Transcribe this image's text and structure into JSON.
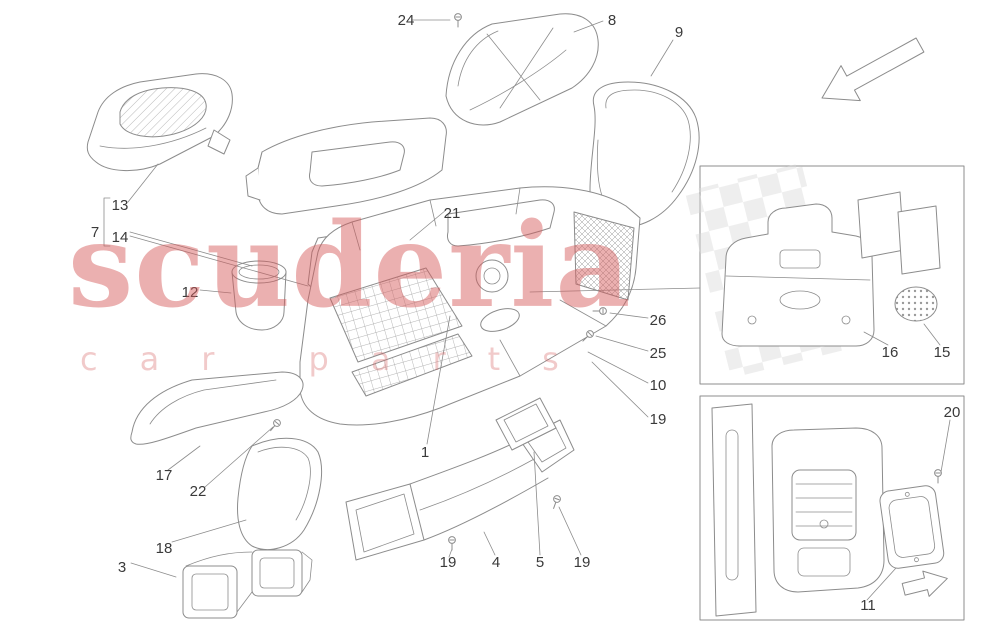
{
  "watermark": {
    "brand": "scuderia",
    "tagline": "car parts"
  },
  "colors": {
    "watermark_red": "#d65c5c",
    "line_gray": "#8c8c8c",
    "label_dark": "#3a3a3a"
  },
  "diagram": {
    "callouts": [
      {
        "label": "24"
      },
      {
        "label": "8"
      },
      {
        "label": "9"
      },
      {
        "label": "13"
      },
      {
        "label": "7"
      },
      {
        "label": "14"
      },
      {
        "label": "21"
      },
      {
        "label": "12"
      },
      {
        "label": "26"
      },
      {
        "label": "25"
      },
      {
        "label": "10"
      },
      {
        "label": "19"
      },
      {
        "label": "1"
      },
      {
        "label": "17"
      },
      {
        "label": "22"
      },
      {
        "label": "18"
      },
      {
        "label": "3"
      },
      {
        "label": "19"
      },
      {
        "label": "4"
      },
      {
        "label": "5"
      },
      {
        "label": "19"
      },
      {
        "label": "16"
      },
      {
        "label": "15"
      },
      {
        "label": "20"
      },
      {
        "label": "11"
      }
    ]
  }
}
